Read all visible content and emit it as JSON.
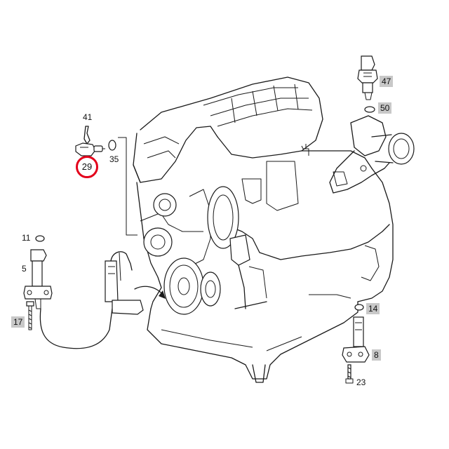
{
  "diagram": {
    "callouts": [
      {
        "id": "c41",
        "label": "41",
        "style": "plain"
      },
      {
        "id": "c29",
        "label": "29",
        "style": "circled"
      },
      {
        "id": "c35",
        "label": "35",
        "style": "plain"
      },
      {
        "id": "c47",
        "label": "47",
        "style": "boxed"
      },
      {
        "id": "c50",
        "label": "50",
        "style": "boxed"
      },
      {
        "id": "c11",
        "label": "11",
        "style": "plain"
      },
      {
        "id": "c5",
        "label": "5",
        "style": "plain"
      },
      {
        "id": "c17",
        "label": "17",
        "style": "boxed"
      },
      {
        "id": "c14",
        "label": "14",
        "style": "boxed"
      },
      {
        "id": "c8",
        "label": "8",
        "style": "boxed"
      },
      {
        "id": "c23",
        "label": "23",
        "style": "plain"
      }
    ]
  },
  "colors": {
    "line": "#1a1a1a",
    "highlight_circle": "#e3001b",
    "label_box": "#c8c8c8",
    "background": "#ffffff"
  }
}
